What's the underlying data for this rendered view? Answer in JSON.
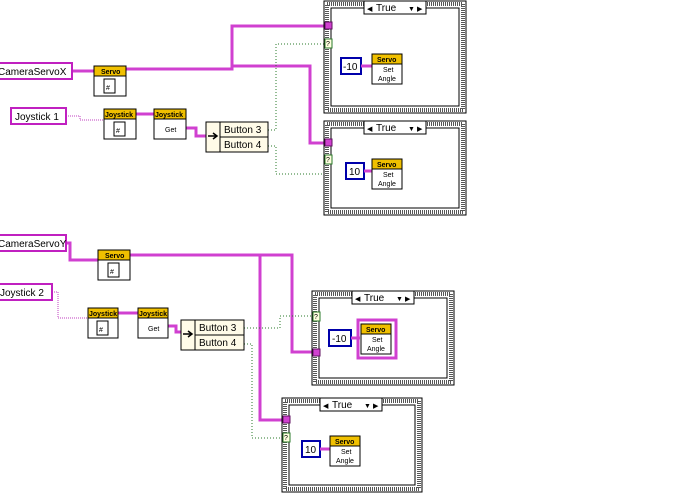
{
  "controls": {
    "camera_servo_x": "CameraServoX",
    "joystick_1": "Joystick 1",
    "camera_servo_y": "CameraServoY",
    "joystick_2": "Joystick 2"
  },
  "subvi": {
    "servo_header": "Servo",
    "joystick_header": "Joystick",
    "get_label": "Get",
    "set_angle_label_line1": "Set",
    "set_angle_label_line2": "Angle",
    "ref_glyph": "#"
  },
  "unbundle": {
    "button_3": "Button 3",
    "button_4": "Button 4"
  },
  "case_selector": {
    "value": "True",
    "prev_arrow": "◀",
    "next_arrow": "▶",
    "dropdown": "▼"
  },
  "selector_terminal": "?",
  "constants": {
    "neg10": "-10",
    "pos10": "10"
  }
}
